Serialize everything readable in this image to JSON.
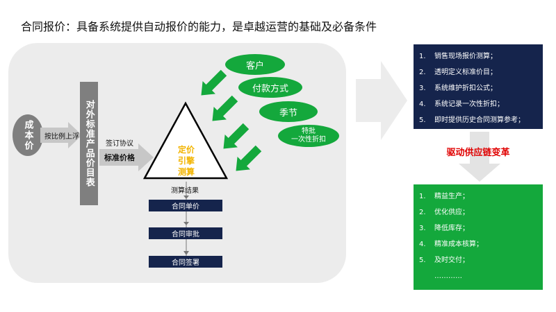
{
  "title": "合同报价：具备系统提供自动报价的能力，是卓越运营的基础及必备条件",
  "cost": {
    "label": "成本价"
  },
  "proportion": {
    "label": "按比例上浮"
  },
  "catalog": {
    "label": "对外标准产品价目表"
  },
  "agreement": {
    "label": "签订协议"
  },
  "standard_price": {
    "label": "标准价格"
  },
  "factors": [
    {
      "label": "客户"
    },
    {
      "label": "付款方式"
    },
    {
      "label": "季节"
    },
    {
      "label": "特批\n一次性折扣"
    }
  ],
  "engine": {
    "label": "定价\n引擎\n测算"
  },
  "result": {
    "label": "测算结果"
  },
  "steps": [
    {
      "label": "合同单价"
    },
    {
      "label": "合同审批"
    },
    {
      "label": "合同签署"
    }
  ],
  "capabilities": [
    {
      "num": "1.",
      "text": "销售现场报价测算；"
    },
    {
      "num": "2.",
      "text": "透明定义标准价目；"
    },
    {
      "num": "3.",
      "text": "系统维护折扣公式；"
    },
    {
      "num": "4.",
      "text": "系统记录一次性折扣；"
    },
    {
      "num": "5.",
      "text": "即时提供历史合同测算参考；"
    }
  ],
  "drive": {
    "label": "驱动供应链变革"
  },
  "benefits": [
    {
      "num": "1.",
      "text": "精益生产；"
    },
    {
      "num": "2.",
      "text": "优化供应；"
    },
    {
      "num": "3.",
      "text": "降低库存；"
    },
    {
      "num": "4.",
      "text": "精准成本核算；"
    },
    {
      "num": "5.",
      "text": "及时交付；"
    },
    {
      "num": "",
      "text": "…………"
    }
  ],
  "colors": {
    "panel": "#ececec",
    "gray_block": "#7f7f7f",
    "green": "#14a83c",
    "navy": "#15244c",
    "engine_text": "#f2b400",
    "drive_text": "#e00000"
  }
}
